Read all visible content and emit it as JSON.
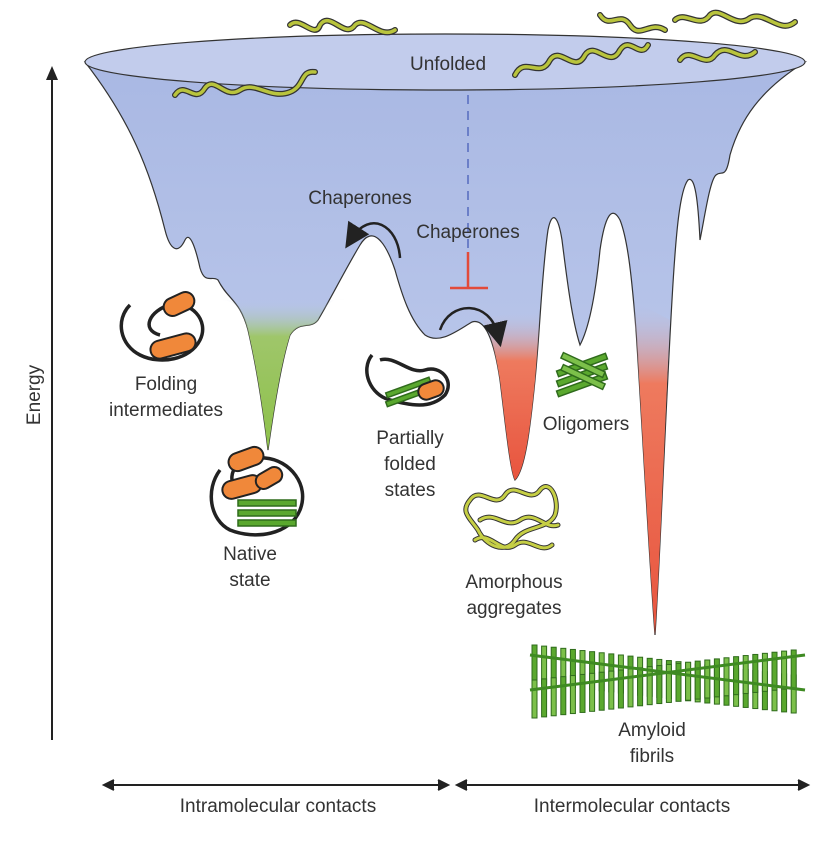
{
  "figure": {
    "axis_label": "Energy",
    "top_label": "Unfolded",
    "chaperones_left": "Chaperones",
    "chaperones_right": "Chaperones",
    "folding_intermediates": [
      "Folding",
      "intermediates"
    ],
    "native_state": [
      "Native",
      "state"
    ],
    "partially_folded": [
      "Partially",
      "folded",
      "states"
    ],
    "oligomers": "Oligomers",
    "amorphous_aggregates": [
      "Amorphous",
      "aggregates"
    ],
    "amyloid_fibrils": [
      "Amyloid",
      "fibrils"
    ],
    "x_left": "Intramolecular contacts",
    "x_right": "Intermolecular contacts"
  },
  "colors": {
    "funnel_top": "#aebde6",
    "native_green": "#8dc14a",
    "aggregate_red": "#e8543e",
    "protein_yellow": "#b9c43d",
    "helix_orange": "#f0883a",
    "sheet_green": "#5aa82e",
    "inhibit_red": "#e24a3a",
    "dashed_blue": "#6b7fc8"
  },
  "icons": [
    "unfolded-chain-icon",
    "helix-cylinder-icon",
    "beta-sheet-icon",
    "curved-arrow-icon",
    "inhibition-bar-icon",
    "amyloid-fibril-icon"
  ]
}
